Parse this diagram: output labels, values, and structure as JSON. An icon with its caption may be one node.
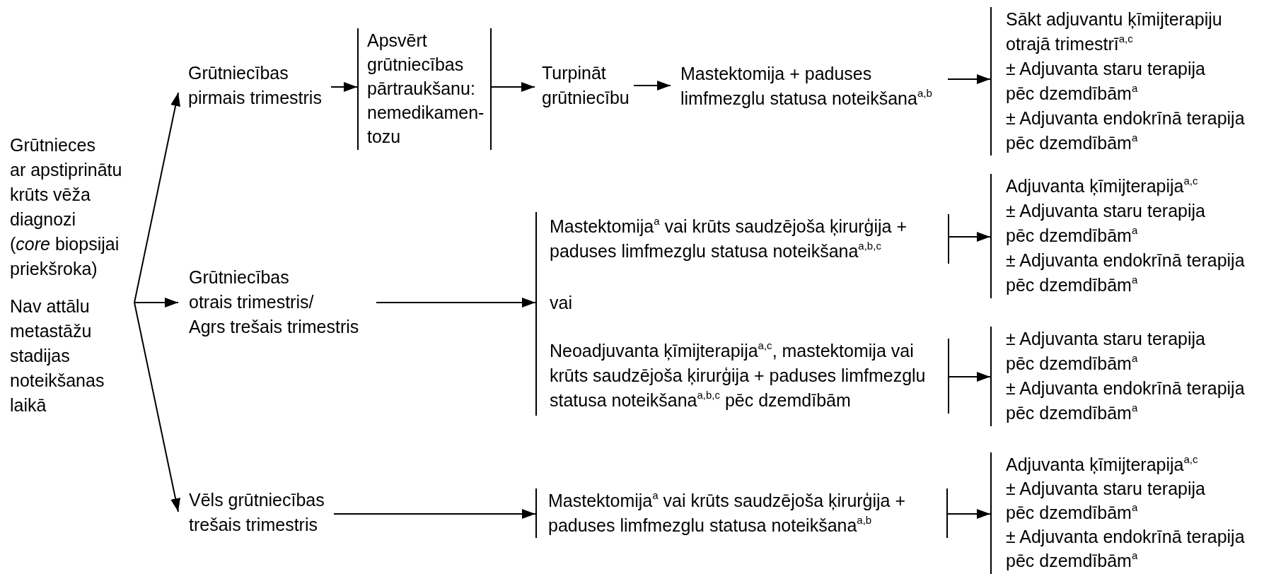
{
  "diagram": {
    "nodes": [
      {
        "text": [
          "Grūtnieces ar apstiprinātu krūts vēža diagnozi (*core* biopsijai priekšroka)",
          "Nav attālu metastāžu stadijas noteikšanas laikā"
        ]
      },
      {
        "text": [
          "Grūtniecības pirmais trimestris"
        ]
      },
      {
        "text": [
          "Apsvērt grūtniecības pārtraukšanu: nemedikamen-tozu"
        ]
      },
      {
        "text": [
          "Turpināt grūtniecību"
        ]
      },
      {
        "text": [
          "Mastektomija + paduses limfmezglu statusa noteikšana$^{a,b}$"
        ]
      },
      {
        "text": [
          "Sākt adjuvantu ķīmijterapiju otrajā trimestrī$^{a,c}$",
          "± Adjuvanta staru terapija pēc dzemdībām$^{a}$",
          "± Adjuvanta endokrīnā terapija pēc dzemdībām$^{a}$"
        ]
      },
      {
        "text": [
          "Grūtniecības otrais trimestris/ Agrs trešais trimestris"
        ]
      },
      {
        "text": [
          "vai"
        ]
      },
      {
        "text": [
          "Mastektomija$^{a}$ vai krūts saudzējoša ķirurģija + paduses limfmezglu statusa noteikšana$^{a,b,c}$"
        ],
        "in": 7
      },
      {
        "text": [
          "Neoadjuvanta ķīmijterapija$^{a,c}$, mastektomija vai krūts saudzējoša ķirurģija + paduses limfmezglu statusa noteikšana$^{a,b,c}$ pēc dzemdībām"
        ],
        "in": 7
      },
      {
        "text": [
          "Adjuvanta ķīmijterapija$^{a,c}$",
          "± Adjuvanta staru terapija pēc dzemdībām$^{a}$",
          "± Adjuvanta endokrīnā terapija pēc dzemdībām$^{a}$"
        ]
      },
      {
        "text": [
          "± Adjuvanta staru terapija pēc dzemdībām$^{a}$",
          "± Adjuvanta endokrīnā terapija pēc dzemdībām$^{a}$"
        ]
      },
      {
        "text": [
          "Vēls grūtniecības trešais trimestris"
        ]
      },
      {
        "text": [
          "Mastektomija$^{a}$ vai krūts saudzējoša ķirurģija + paduses limfmezglu statusa noteikšana$^{a,b}$"
        ]
      },
      {
        "text": [
          "Adjuvanta ķīmijterapija$^{a,c}$",
          "± Adjuvanta staru terapija pēc dzemdībām$^{a}$",
          "± Adjuvanta endokrīnā terapija pēc dzemdībām$^{a}$"
        ]
      }
    ],
    "edges": [
      {
        "from": 0,
        "to": 1,
        "arrow": "to"
      },
      {
        "from": 0,
        "to": 6,
        "arrow": "to"
      },
      {
        "from": 0,
        "to": 12,
        "arrow": "to"
      },
      {
        "from": 1,
        "to": 2,
        "arrow": "to"
      },
      {
        "from": 2,
        "to": 3,
        "arrow": "to"
      },
      {
        "from": 3,
        "to": 4,
        "arrow": "to"
      },
      {
        "from": 4,
        "to": 5,
        "arrow": "to"
      },
      {
        "from": 6,
        "to": 7,
        "arrow": "to"
      },
      {
        "from": 8,
        "to": 10,
        "arrow": "to"
      },
      {
        "from": 9,
        "to": 11,
        "arrow": "to"
      },
      {
        "from": 12,
        "to": 13,
        "arrow": "to"
      },
      {
        "from": 13,
        "to": 14,
        "arrow": "to"
      }
    ]
  }
}
